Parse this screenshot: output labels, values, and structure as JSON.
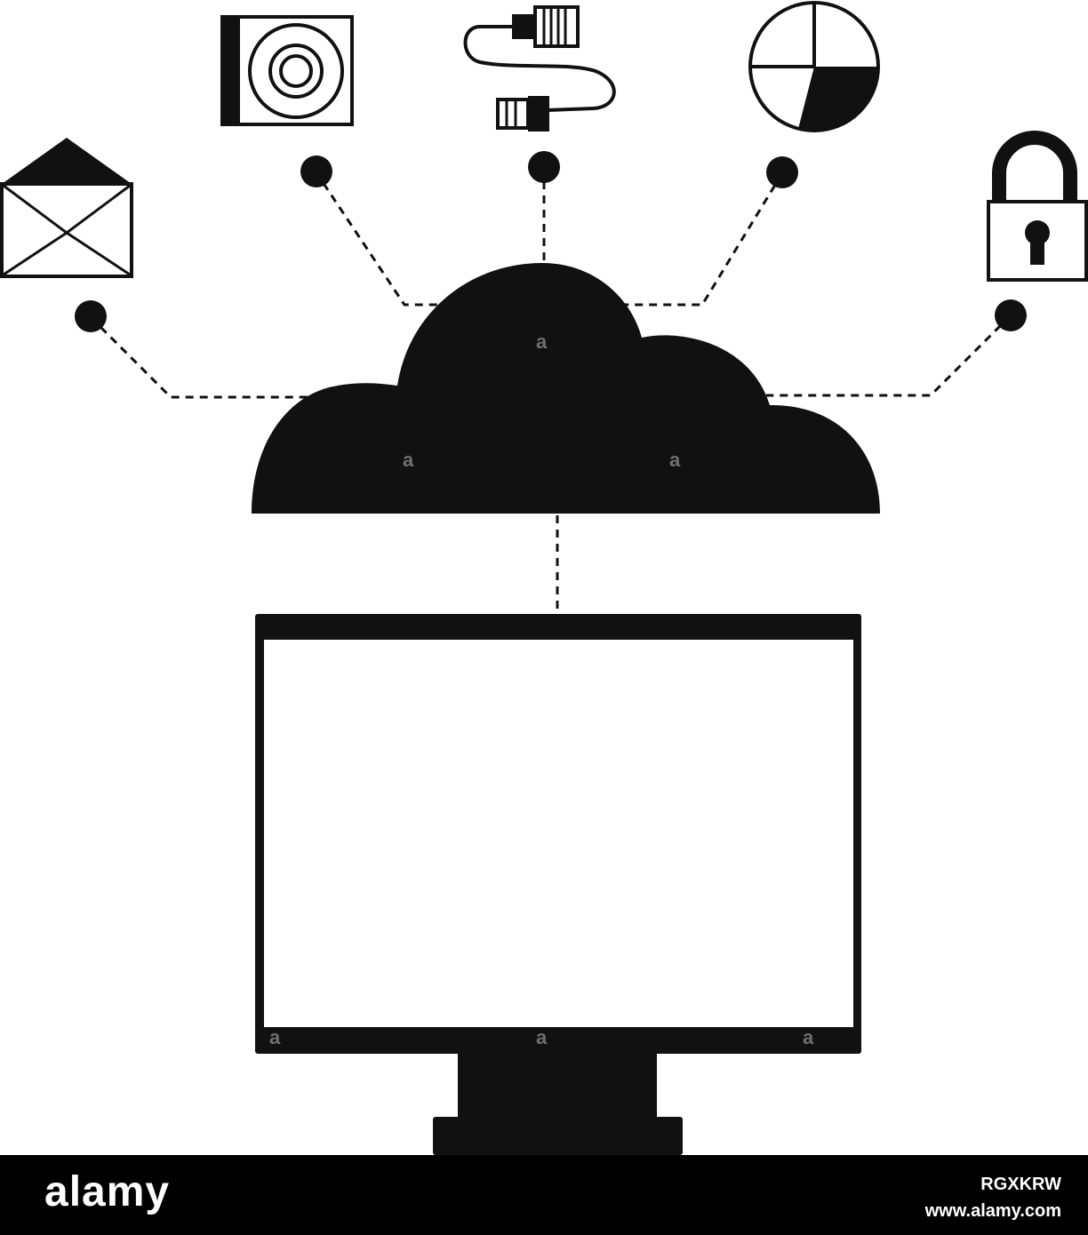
{
  "diagram": {
    "nodes": [
      "envelope",
      "optical-disc",
      "usb-cable",
      "pie-chart",
      "padlock"
    ],
    "hub": "cloud",
    "client": "monitor",
    "colors": {
      "ink": "#111111",
      "background": "#ffffff"
    },
    "icons": [
      "envelope-icon",
      "cd-case-icon",
      "usb-cable-icon",
      "pie-chart-icon",
      "padlock-icon",
      "cloud-icon",
      "monitor-icon"
    ]
  },
  "watermark": {
    "text": "a"
  },
  "footer": {
    "brand": "alamy",
    "image_id": "RGXKRW",
    "url": "www.alamy.com"
  }
}
